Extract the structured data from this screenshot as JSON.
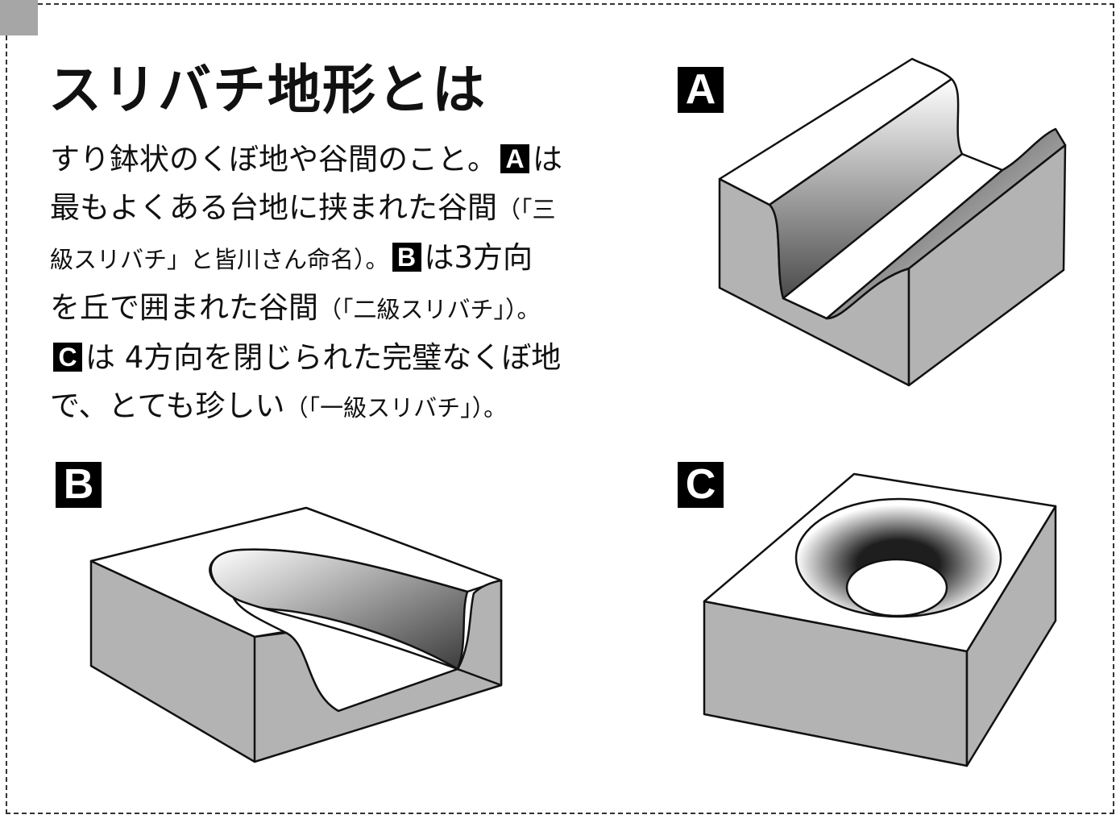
{
  "title": "スリバチ地形とは",
  "description": {
    "line1": {
      "a": "すり鉢状のくぼ地や谷間のこと。",
      "ref": "A",
      "b": "は"
    },
    "line2": {
      "a": "最もよくある台地に挟まれた谷間",
      "b": "（「三"
    },
    "line3": {
      "a": "級スリバチ」と皆川さん命名）。",
      "ref": "B",
      "b": "は3方向"
    },
    "line4": {
      "a": "を丘で囲まれた谷間",
      "b": "（「二級スリバチ」）。"
    },
    "line5": {
      "ref": "C",
      "a": "は 4方向を閉じられた完璧なくぼ地"
    },
    "line6": {
      "a": "で、とても珍しい",
      "b": "（「一級スリバチ」）。"
    }
  },
  "figures": {
    "A": {
      "label": "A"
    },
    "B": {
      "label": "B"
    },
    "C": {
      "label": "C"
    }
  },
  "colors": {
    "block_side": "#b3b3b3",
    "block_top": "#ffffff",
    "outline": "#111111",
    "gradient_dark": "#3a3a3a",
    "gradient_light": "#ffffff",
    "corner_tab": "#a6a6a6"
  }
}
